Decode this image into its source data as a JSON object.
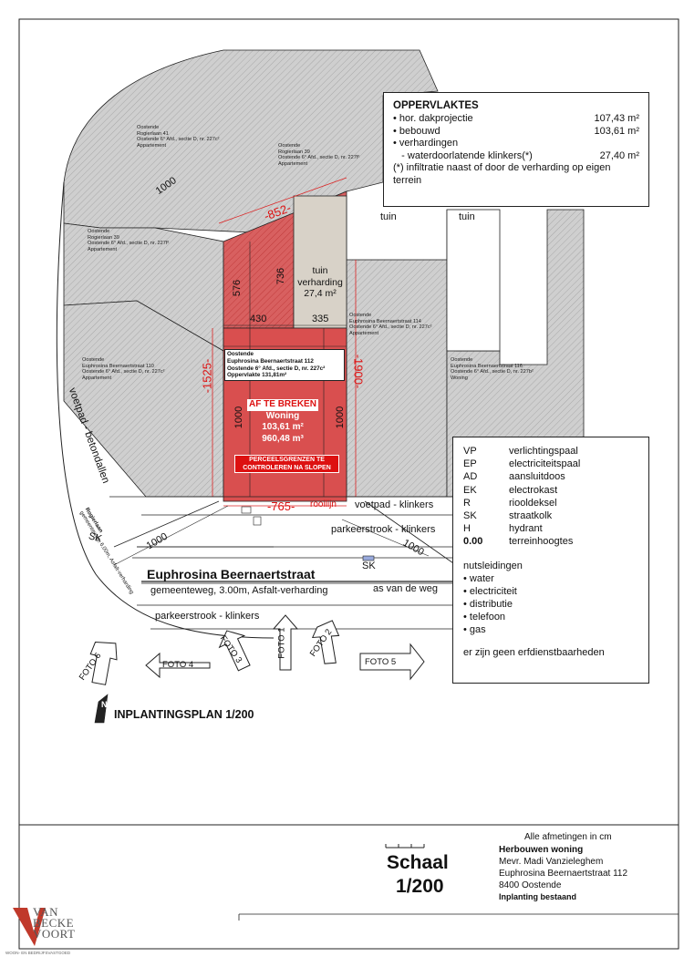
{
  "colors": {
    "hatch": "#c8c8c8",
    "hatch_line": "#9a9a9a",
    "demolish": "#d94f4f",
    "demolish_dark": "#b71c1c",
    "driveway": "#d8d2c8",
    "dim_red": "#dd2222"
  },
  "areas_box": {
    "title": "OPPERVLAKTES",
    "rows": [
      {
        "label": "• hor. dakprojectie",
        "value": "107,43 m²"
      },
      {
        "label": "• bebouwd",
        "value": "103,61 m²"
      },
      {
        "label": "• verhardingen",
        "value": ""
      },
      {
        "label": "   - waterdoorlatende klinkers(*)",
        "value": "27,40 m²"
      }
    ],
    "note": "(*) infiltratie naast of door de verharding op eigen terrein"
  },
  "legend": {
    "codes": [
      {
        "code": "VP",
        "desc": "verlichtingspaal"
      },
      {
        "code": "EP",
        "desc": "electriciteitspaal"
      },
      {
        "code": "AD",
        "desc": "aansluitdoos"
      },
      {
        "code": "EK",
        "desc": "electrokast"
      },
      {
        "code": "R",
        "desc": "riooldeksel"
      },
      {
        "code": "SK",
        "desc": "straatkolk"
      },
      {
        "code": "H",
        "desc": "hydrant"
      },
      {
        "code": "0.00",
        "desc": "terreinhoogtes"
      }
    ],
    "utilities_title": "nutsleidingen",
    "utilities": [
      "• water",
      "• electriciteit",
      "• distributie",
      "• telefoon",
      "• gas"
    ],
    "footer": "er zijn geen erfdienstbaarheden"
  },
  "parcels": {
    "p41": [
      "Oostende",
      "Rogierlaan 41",
      "Oostende 6° Afd., sectie D, nr. 227c²",
      "Appartement"
    ],
    "p39a": [
      "Oostende",
      "Rogierlaan 39",
      "Oostende 6° Afd., sectie D, nr. 227f²",
      "Appartement"
    ],
    "p39b": [
      "Oostende",
      "Rogierlaan 39",
      "Oostende 6° Afd., sectie D, nr. 227f²",
      "Appartement"
    ],
    "p114": [
      "Oostende",
      "Euphrosina Beernaertstraat 114",
      "Oostende 6° Afd., sectie D, nr. 227c²",
      "Appartement"
    ],
    "p110": [
      "Oostende",
      "Euphrosina Beernaertstraat 110",
      "Oostende 6° Afd., sectie D, nr. 227c²",
      "Appartement"
    ],
    "p116": [
      "Oostende",
      "Euphrosina Beernaertstraat 116",
      "Oostende 6° Afd., sectie D, nr. 227b²",
      "Woning"
    ],
    "p112": [
      "Oostende",
      "Euphrosina Beernaertstraat 112",
      "Oostende 6° Afd., sectie D, nr. 227c²",
      "Oppervlakte 131,81m²"
    ]
  },
  "demolish": {
    "line1": "AF TE BREKEN",
    "line2": "Woning",
    "line3": "103,61 m²",
    "line4": "960,48 m³"
  },
  "warning": {
    "line1": "PERCEELSGRENZEN TE",
    "line2": "CONTROLEREN NA SLOPEN"
  },
  "driveway": {
    "line1": "tuin",
    "line2": "verharding",
    "line3": "27,4 m²"
  },
  "labels": {
    "tuin": "tuin",
    "voetpad": "voetpad - klinkers",
    "parkeer_top": "parkeerstrook - klinkers",
    "parkeer_bottom": "parkeerstrook - klinkers",
    "street": "Euphrosina Beernaertstraat",
    "street_sub": "gemeenteweg, 3.00m, Asfalt-verharding",
    "as": "as van de weg",
    "voetpad_beton": "voetpad - betondallen",
    "rooilijn": "rooilijn",
    "sk": "SK",
    "rogier_1": "Rogierlaan",
    "rogier_2": "gemeenteweg, 6.00m, Asfalt-verharding"
  },
  "dimensions": {
    "d852": "-852-",
    "d1525": "-1525-",
    "d1900": "-1900-",
    "d765": "-765-",
    "d576": "576",
    "d736": "736",
    "d430": "430",
    "d335": "335",
    "d1000": "1000"
  },
  "photos": [
    "FOTO 1",
    "FOTO 2",
    "FOTO 3",
    "FOTO 4",
    "FOTO 5",
    "FOTO 6"
  ],
  "plan_title": "INPLANTINGSPLAN 1/200",
  "north": "N",
  "title_block": {
    "scale_label": "Schaal",
    "scale_value": "1/200",
    "note": "Alle afmetingen in cm",
    "project": "Herbouwen woning",
    "client": "Mevr. Madi Vanzieleghem",
    "address": "Euphrosina Beernaertstraat 112",
    "city": "8400 Oostende",
    "subject": "Inplanting bestaand"
  },
  "logo": {
    "line1": "VAN",
    "line2": "BECKE",
    "line3": "VOORT",
    "tagline": "WOON- EN BEDRIJFSVASTGOED"
  }
}
